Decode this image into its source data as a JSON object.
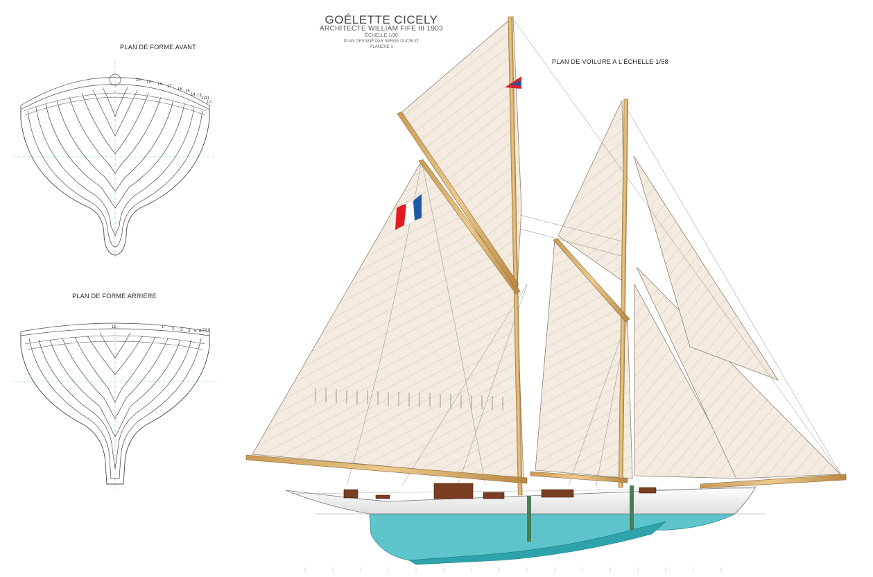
{
  "header": {
    "title": "GOÉLETTE CICELY",
    "architect": "ARCHITECTE WILLIAM FIFE III 1903",
    "scale": "ÉCHELLE 1/30",
    "drawn_by": "PLAN DESSINÉ PAR SERGE DUCRUIT",
    "plate": "PLANCHE 1"
  },
  "sections": {
    "forward_body_plan": "PLAN DE FORME AVANT",
    "aft_body_plan": "PLAN DE FORME ARRIÈRE",
    "sail_plan": "PLAN DE VOILURE A L'ÉCHELLE 1/58"
  },
  "forward_station_numbers": [
    "20",
    "19",
    "18",
    "17",
    "16",
    "15",
    "14",
    "13",
    "12",
    "11",
    "10"
  ],
  "aft_station_numbers": [
    "1b",
    "1",
    "2",
    "3",
    "4",
    "5",
    "6",
    "7",
    "8",
    "9"
  ],
  "colors": {
    "sail": "#f3ebdf",
    "spar": "#d8b070",
    "hull": "#f2f2f2",
    "underwater": "#5ec4cc",
    "keel": "#2ea3ab",
    "deckhouse": "#7a3d22"
  }
}
